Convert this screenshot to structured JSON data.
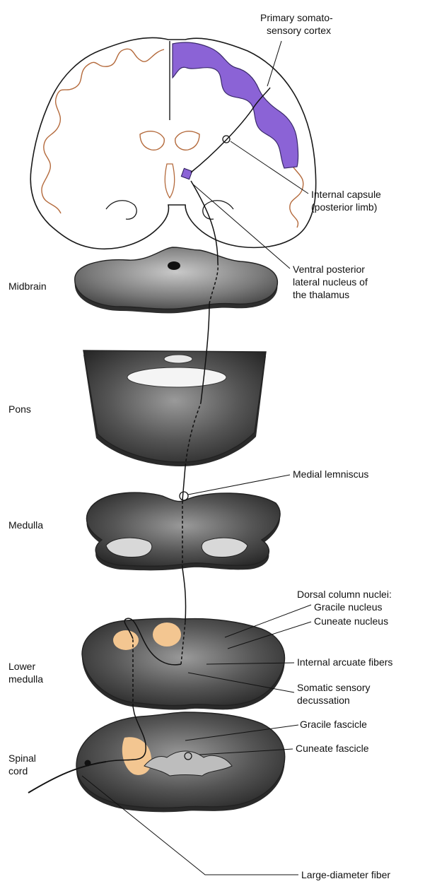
{
  "labels": {
    "primary_cortex_line1": "Primary somato-",
    "primary_cortex_line2": "sensory cortex",
    "internal_capsule_line1": "Internal capsule",
    "internal_capsule_line2": "(posterior limb)",
    "vpl_line1": "Ventral posterior",
    "vpl_line2": "lateral nucleus of",
    "vpl_line3": "the thalamus",
    "midbrain": "Midbrain",
    "pons": "Pons",
    "medial_lemniscus": "Medial lemniscus",
    "medulla": "Medulla",
    "dorsal_column_nuclei": "Dorsal column nuclei:",
    "gracile_nucleus": "Gracile nucleus",
    "cuneate_nucleus": "Cuneate nucleus",
    "lower_medulla_line1": "Lower",
    "lower_medulla_line2": "medulla",
    "internal_arcuate": "Internal arcuate fibers",
    "somatic_decussation_line1": "Somatic sensory",
    "somatic_decussation_line2": "decussation",
    "spinal_cord_line1": "Spinal",
    "spinal_cord_line2": "cord",
    "gracile_fascicle": "Gracile fascicle",
    "cuneate_fascicle": "Cuneate fascicle",
    "large_diameter_fiber": "Large-diameter fiber"
  },
  "colors": {
    "cortex_highlight": "#8b63d6",
    "nucleus_highlight": "#f3c691",
    "brain_outline": "#b46a3c",
    "section_dark": "#3a3a3a",
    "section_mid": "#8a8a8a",
    "pathway": "#111111"
  }
}
